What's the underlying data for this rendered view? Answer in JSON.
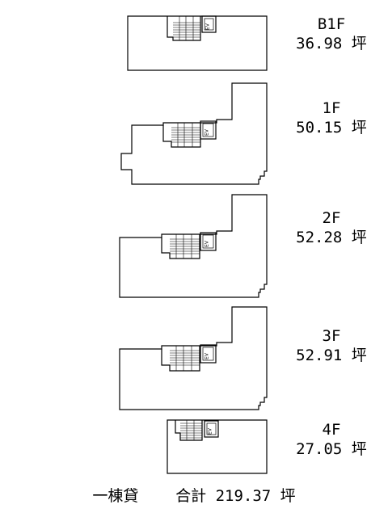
{
  "floors": [
    {
      "name": "B1F",
      "area": "36.98 坪"
    },
    {
      "name": "1F",
      "area": "50.15 坪"
    },
    {
      "name": "2F",
      "area": "52.28 坪"
    },
    {
      "name": "3F",
      "area": "52.91 坪"
    },
    {
      "name": "4F",
      "area": "27.05 坪"
    }
  ],
  "elevator_label": "EV",
  "summary": {
    "type_label": "一棟貸",
    "total_label": "合計",
    "total_value": "219.37 坪"
  }
}
